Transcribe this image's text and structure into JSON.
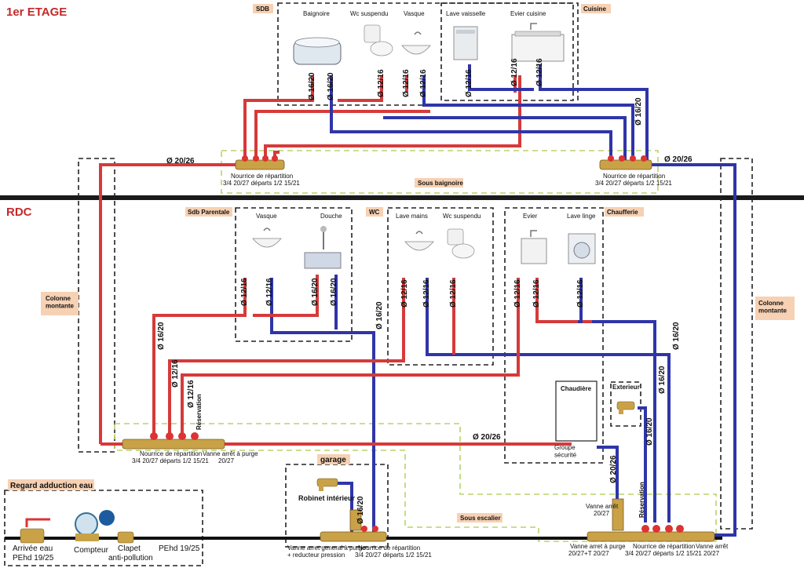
{
  "floors": {
    "upper": "1er ETAGE",
    "lower": "RDC"
  },
  "rooms": {
    "sdb": "SDB",
    "cuisine": "Cuisine",
    "sdb_parentale": "Sdb Parentale",
    "wc": "WC",
    "chaufferie": "Chaufferie",
    "garage": "garage",
    "regard": "Regard adduction eau",
    "colonne_left": "Colonne\nmontante",
    "colonne_right": "Colonne\nmontante",
    "sous_baignoire": "Sous baignoire",
    "sous_escalier": "Sous escalier"
  },
  "fixtures": {
    "baignoire": "Baignoire",
    "wc_suspendu_up": "Wc suspendu",
    "vasque_up": "Vasque",
    "lave_vaisselle": "Lave vaisselle",
    "evier_cuisine": "Evier cuisine",
    "vasque_rdc": "Vasque",
    "douche": "Douche",
    "lave_mains": "Lave mains",
    "wc_suspendu_rdc": "Wc suspendu",
    "evier": "Evier",
    "lave_linge": "Lave linge",
    "chaudiere": "Chaudière",
    "exterieur": "Exterieur",
    "robinet": "Robinet intérieur"
  },
  "pipes": {
    "d1620": "Ø 16/20",
    "d1216": "Ø 12/16",
    "d2026": "Ø 20/26",
    "reservation": "Réservation"
  },
  "manifolds": {
    "title": "Nourrice de  répartition",
    "spec": "3/4 20/27 départs 1/2 15/21"
  },
  "valves": {
    "vanne_purge": "Vanne arrêt à purge",
    "vanne_purge_size": "20/27",
    "groupe": "Groupe\nsécurité",
    "vanne_arret": "Vanne arrêt",
    "vanne_arret_size": "20/27",
    "vanne_general": "Vanne arret general à purge",
    "vanne_general_sub": "+ reducteur pression",
    "vanne_purge_combo": "Vanne arret à purge",
    "vanne_purge_combo_size": "20/27+T 20/27",
    "vanne_arret_mid": "Vanne arrêt",
    "vanne_arret_mid_size": "20/27"
  },
  "supply": {
    "arrivee": "Arrivée eau",
    "arrivee_size": "PEhd 19/25",
    "compteur": "Compteur",
    "clapet": "Clapet",
    "clapet_sub": "anti-pollution",
    "pehd": "PEhd 19/25"
  }
}
